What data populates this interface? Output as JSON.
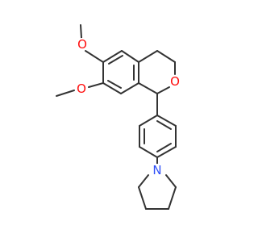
{
  "colors": {
    "bond": "#333333",
    "oxygen": "#ff0d0d",
    "nitrogen": "#3050f8",
    "background": "#ffffff"
  },
  "atoms": {
    "o_methoxy_6": "O",
    "o_methoxy_7": "O",
    "o_ring": "O",
    "n_pyrrolidine": "N"
  }
}
